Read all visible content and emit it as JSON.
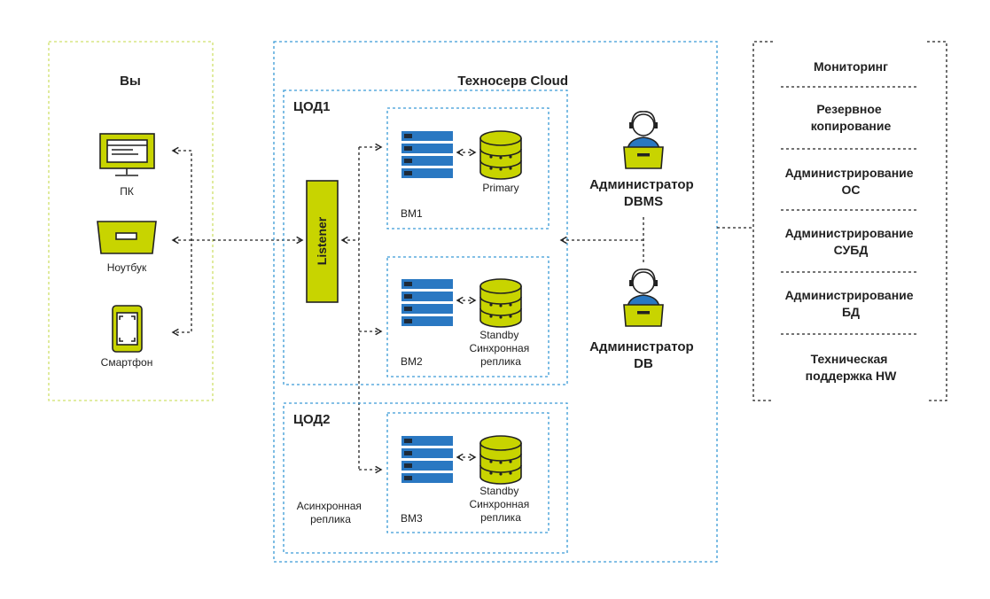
{
  "colors": {
    "accent": "#c8d400",
    "server": "#2a78c2",
    "boxBlue": "#3a9ad6",
    "boxYellow": "#cfe06a",
    "dark": "#1e2a38"
  },
  "you": {
    "title": "Вы",
    "devices": [
      {
        "icon": "monitor-icon",
        "label": "ПК"
      },
      {
        "icon": "laptop-icon",
        "label": "Ноутбук"
      },
      {
        "icon": "smartphone-icon",
        "label": "Смартфон"
      }
    ]
  },
  "cloud": {
    "title": "Техносерв Cloud",
    "listener": "Listener",
    "dc1": {
      "title": "ЦОД1",
      "vm1": {
        "label": "ВМ1",
        "db": [
          "Primary"
        ]
      },
      "vm2": {
        "label": "ВМ2",
        "db": [
          "Standby",
          "Синхронная",
          "реплика"
        ]
      }
    },
    "dc2": {
      "title": "ЦОД2",
      "note": [
        "Асинхронная",
        "реплика"
      ],
      "vm3": {
        "label": "ВМ3",
        "db": [
          "Standby",
          "Синхронная",
          "реплика"
        ]
      }
    },
    "admins": [
      {
        "icon": "admin-person-icon",
        "label": [
          "Администратор",
          "DBMS"
        ]
      },
      {
        "icon": "admin-person-icon",
        "label": [
          "Администратор",
          "DB"
        ]
      }
    ]
  },
  "services": [
    [
      "Мониторинг"
    ],
    [
      "Резервное",
      "копирование"
    ],
    [
      "Администрирование",
      "ОС"
    ],
    [
      "Администрирование",
      "СУБД"
    ],
    [
      "Администрирование",
      "БД"
    ],
    [
      "Техническая",
      "поддержка HW"
    ]
  ]
}
